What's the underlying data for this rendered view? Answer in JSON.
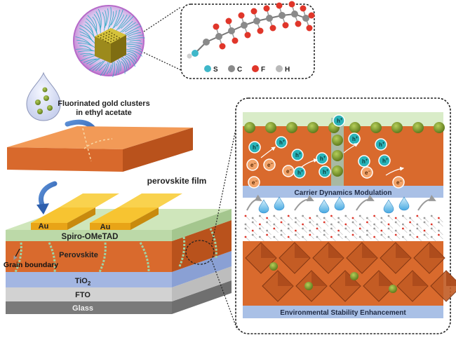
{
  "labels": {
    "clusters_line1": "Fluorinated gold clusters",
    "clusters_line2": "in ethyl acetate",
    "perovskite_film": "perovskite film",
    "au_left": "Au",
    "au_right": "Au",
    "spiro": "Spiro-OMeTAD",
    "perovskite": "Perovskite",
    "grain_boundary": "Grain boundary",
    "tio2": "TiO",
    "tio2_sub": "2",
    "fto": "FTO",
    "glass": "Glass",
    "carrier_panel": "Carrier Dynamics Modulation",
    "stability_panel": "Environmental Stability Enhancement"
  },
  "molecule_legend": [
    {
      "label": "S",
      "color": "#3fb7c9"
    },
    {
      "label": "C",
      "color": "#8a8a8a"
    },
    {
      "label": "F",
      "color": "#e0362a"
    },
    {
      "label": "H",
      "color": "#b9b9b9"
    }
  ],
  "carrier_symbols": {
    "hole": "h",
    "hole_sup": "+",
    "electron": "e",
    "electron_sup": "−"
  },
  "colors": {
    "perovskite": "#dc6a2e",
    "spiro": "#bcd9a8",
    "tio2": "#9fb3de",
    "fto": "#cfcfcf",
    "glass": "#7a7a7a",
    "gold": "#f2b21a",
    "cluster": "#7d9a2a",
    "hole": "#2ab3b8",
    "electron": "#f3a46a",
    "panel_base": "#a9c0e6"
  }
}
